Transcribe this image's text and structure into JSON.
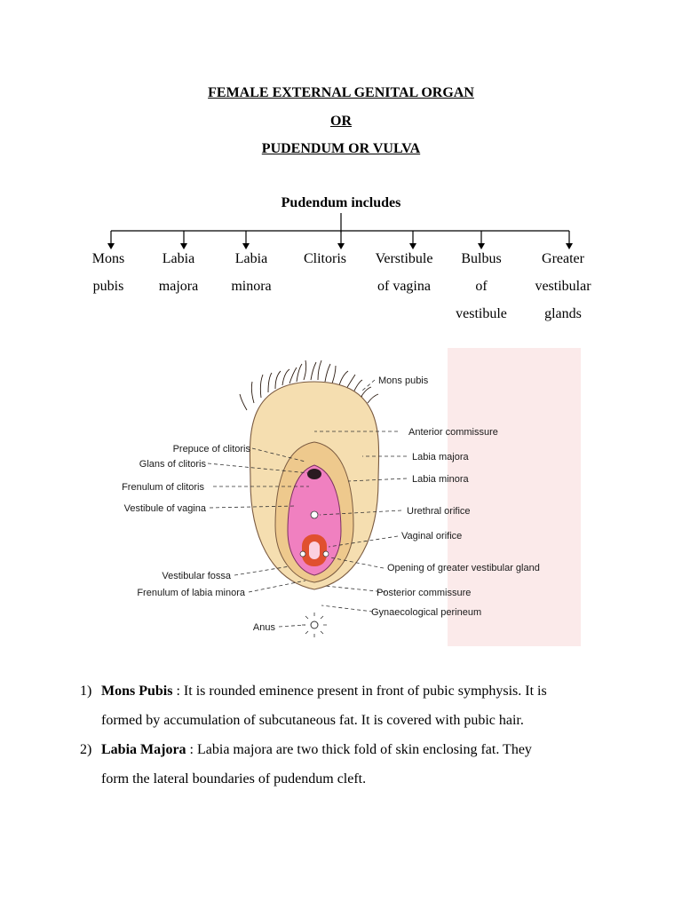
{
  "headings": {
    "line1": "FEMALE EXTERNAL GENITAL ORGAN",
    "line2": "OR",
    "line3": "PUDENDUM OR VULVA"
  },
  "tree": {
    "title": "Pudendum includes",
    "branches": [
      {
        "line1": "Mons",
        "line2": "pubis",
        "line3": ""
      },
      {
        "line1": "Labia",
        "line2": "majora",
        "line3": ""
      },
      {
        "line1": "Labia",
        "line2": "minora",
        "line3": ""
      },
      {
        "line1": "Clitoris",
        "line2": "",
        "line3": ""
      },
      {
        "line1": "Verstibule",
        "line2": "of vagina",
        "line3": ""
      },
      {
        "line1": "Bulbus",
        "line2": "of",
        "line3": "vestibule"
      },
      {
        "line1": "Greater",
        "line2": "vestibular",
        "line3": "glands"
      }
    ]
  },
  "diagram": {
    "labels_right": {
      "mons_pubis": "Mons pubis",
      "anterior_commissure": "Anterior commissure",
      "labia_majora": "Labia majora",
      "labia_minora": "Labia minora",
      "urethral_orifice": "Urethral orifice",
      "vaginal_orifice": "Vaginal orifice",
      "greater_vestibular_gland": "Opening of greater vestibular gland",
      "posterior_commissure": "Posterior commissure",
      "gynaecological_perineum": "Gynaecological perineum"
    },
    "labels_left": {
      "prepuce": "Prepuce of clitoris",
      "glans": "Glans of clitoris",
      "frenulum_clitoris": "Frenulum of clitoris",
      "vestibule": "Vestibule of vagina",
      "vestibular_fossa": "Vestibular fossa",
      "frenulum_labia": "Frenulum of labia minora",
      "anus": "Anus"
    },
    "colors": {
      "majora": "#f5deb0",
      "minora": "#eec98d",
      "vestibule": "#f080c0",
      "orifice": "#e05030",
      "background": "#fbeaea"
    }
  },
  "notes": [
    {
      "num": "1)",
      "term": "Mons Pubis",
      "line1": " : It is rounded eminence present in front of pubic symphysis. It is",
      "line2": "formed by accumulation of subcutaneous fat. It is covered with pubic hair."
    },
    {
      "num": "2)",
      "term": "Labia Majora",
      "line1": " : Labia majora are two thick fold of skin enclosing fat. They",
      "line2": "form the lateral boundaries of pudendum cleft."
    }
  ]
}
